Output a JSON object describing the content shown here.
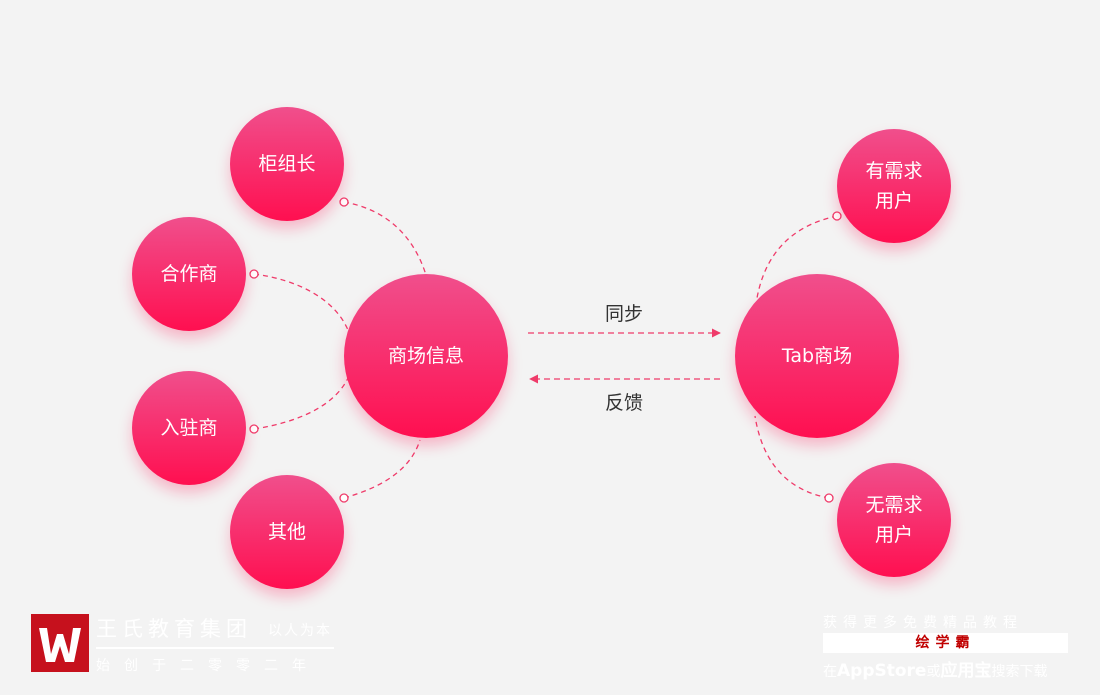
{
  "diagram": {
    "center_left": "商场信息",
    "center_right": "Tab商场",
    "left_nodes": [
      "柜组长",
      "合作商",
      "入驻商",
      "其他"
    ],
    "right_nodes": [
      "有需求\n用户",
      "无需求\n用户"
    ],
    "edge_top_label": "同步",
    "edge_bottom_label": "反馈"
  },
  "footer": {
    "brand_name": "王氏教育集团",
    "brand_slogan": "以人为本",
    "brand_sub": "始创于二零零二年",
    "promo_top": "获得更多免费精品教程",
    "promo_app": "绘学霸",
    "promo_bottom_1": "在",
    "promo_bottom_2": "AppStore",
    "promo_bottom_3": "或",
    "promo_bottom_4": "应用宝",
    "promo_bottom_5": "搜索下载"
  },
  "colors": {
    "node_top": "#f04f8c",
    "node_bottom": "#ff0f50",
    "link": "#ef3b6a",
    "logo_red": "#c6111d"
  }
}
